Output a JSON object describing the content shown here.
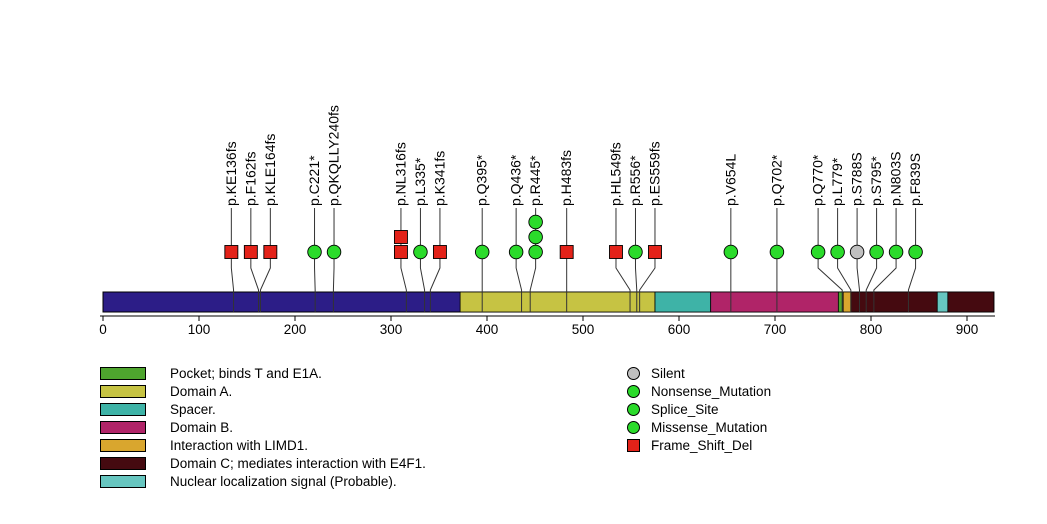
{
  "chart_data": {
    "type": "lollipop",
    "protein_length": 928,
    "axis_ticks": [
      0,
      100,
      200,
      300,
      400,
      500,
      600,
      700,
      800,
      900
    ],
    "backbone_color": "#2c1d87",
    "connector_color": "#333333",
    "marker_styles": {
      "Silent": {
        "shape": "circle",
        "color": "#c0c0c0"
      },
      "Nonsense_Mutation": {
        "shape": "circle",
        "color": "#2bdb2b"
      },
      "Splice_Site": {
        "shape": "circle",
        "color": "#2bdb2b"
      },
      "Missense_Mutation": {
        "shape": "circle",
        "color": "#2bdb2b"
      },
      "Frame_Shift_Del": {
        "shape": "square",
        "color": "#e32219"
      }
    },
    "domains": [
      {
        "name": "Domain A.",
        "start": 372,
        "end": 575,
        "color": "#c6c343"
      },
      {
        "name": "Spacer.",
        "start": 575,
        "end": 633,
        "color": "#3eb3a7"
      },
      {
        "name": "Domain B.",
        "start": 633,
        "end": 766,
        "color": "#b02468"
      },
      {
        "name": "Pocket; binds T and E1A.",
        "start": 766,
        "end": 771,
        "color": "#4ea52e"
      },
      {
        "name": "Interaction with LIMD1.",
        "start": 771,
        "end": 779,
        "color": "#d9a62e"
      },
      {
        "name": "Domain C; mediates interaction with E4F1.",
        "start": 779,
        "end": 928,
        "color": "#450a10"
      },
      {
        "name": "Nuclear localization signal (Probable).",
        "start": 869,
        "end": 880,
        "color": "#67c6c0"
      }
    ],
    "mutations": [
      {
        "label": "p.KE136fs",
        "position": 136,
        "type": "Frame_Shift_Del",
        "count": 1
      },
      {
        "label": "p.F162fs",
        "position": 162,
        "type": "Frame_Shift_Del",
        "count": 1
      },
      {
        "label": "p.KLE164fs",
        "position": 164,
        "type": "Frame_Shift_Del",
        "count": 1
      },
      {
        "label": "p.C221*",
        "position": 221,
        "type": "Nonsense_Mutation",
        "count": 1
      },
      {
        "label": "p.QKQLLY240fs",
        "position": 240,
        "type": "Splice_Site",
        "count": 1
      },
      {
        "label": "p.NL316fs",
        "position": 316,
        "type": "Frame_Shift_Del",
        "count": 2
      },
      {
        "label": "p.L335*",
        "position": 335,
        "type": "Nonsense_Mutation",
        "count": 1
      },
      {
        "label": "p.K341fs",
        "position": 341,
        "type": "Frame_Shift_Del",
        "count": 1
      },
      {
        "label": "p.Q395*",
        "position": 395,
        "type": "Nonsense_Mutation",
        "count": 1
      },
      {
        "label": "p.Q436*",
        "position": 436,
        "type": "Nonsense_Mutation",
        "count": 1
      },
      {
        "label": "p.R445*",
        "position": 445,
        "type": "Nonsense_Mutation",
        "count": 3
      },
      {
        "label": "p.H483fs",
        "position": 483,
        "type": "Frame_Shift_Del",
        "count": 1
      },
      {
        "label": "p.HL549fs",
        "position": 549,
        "type": "Frame_Shift_Del",
        "count": 1
      },
      {
        "label": "p.R556*",
        "position": 556,
        "type": "Nonsense_Mutation",
        "count": 1
      },
      {
        "label": "p.ES559fs",
        "position": 559,
        "type": "Frame_Shift_Del",
        "count": 1
      },
      {
        "label": "p.V654L",
        "position": 654,
        "type": "Missense_Mutation",
        "count": 1
      },
      {
        "label": "p.Q702*",
        "position": 702,
        "type": "Nonsense_Mutation",
        "count": 1
      },
      {
        "label": "p.Q770*",
        "position": 770,
        "type": "Nonsense_Mutation",
        "count": 1
      },
      {
        "label": "p.L779*",
        "position": 779,
        "type": "Nonsense_Mutation",
        "count": 1
      },
      {
        "label": "p.S788S",
        "position": 788,
        "type": "Silent",
        "count": 1
      },
      {
        "label": "p.S795*",
        "position": 795,
        "type": "Nonsense_Mutation",
        "count": 1
      },
      {
        "label": "p.N803S",
        "position": 803,
        "type": "Missense_Mutation",
        "count": 1
      },
      {
        "label": "p.F839S",
        "position": 839,
        "type": "Missense_Mutation",
        "count": 1
      }
    ],
    "legend_domains": [
      {
        "label": "Pocket; binds T and E1A.",
        "color": "#4ea52e"
      },
      {
        "label": "Domain A.",
        "color": "#c6c343"
      },
      {
        "label": "Spacer.",
        "color": "#3eb3a7"
      },
      {
        "label": "Domain B.",
        "color": "#b02468"
      },
      {
        "label": "Interaction with LIMD1.",
        "color": "#d9a62e"
      },
      {
        "label": "Domain C; mediates interaction with E4F1.",
        "color": "#450a10"
      },
      {
        "label": "Nuclear localization signal (Probable).",
        "color": "#67c6c0"
      }
    ],
    "legend_mutations": [
      {
        "label": "Silent",
        "shape": "circle",
        "color": "#c0c0c0"
      },
      {
        "label": "Nonsense_Mutation",
        "shape": "circle",
        "color": "#2bdb2b"
      },
      {
        "label": "Splice_Site",
        "shape": "circle",
        "color": "#2bdb2b"
      },
      {
        "label": "Missense_Mutation",
        "shape": "circle",
        "color": "#2bdb2b"
      },
      {
        "label": "Frame_Shift_Del",
        "shape": "square",
        "color": "#e32219"
      }
    ]
  }
}
